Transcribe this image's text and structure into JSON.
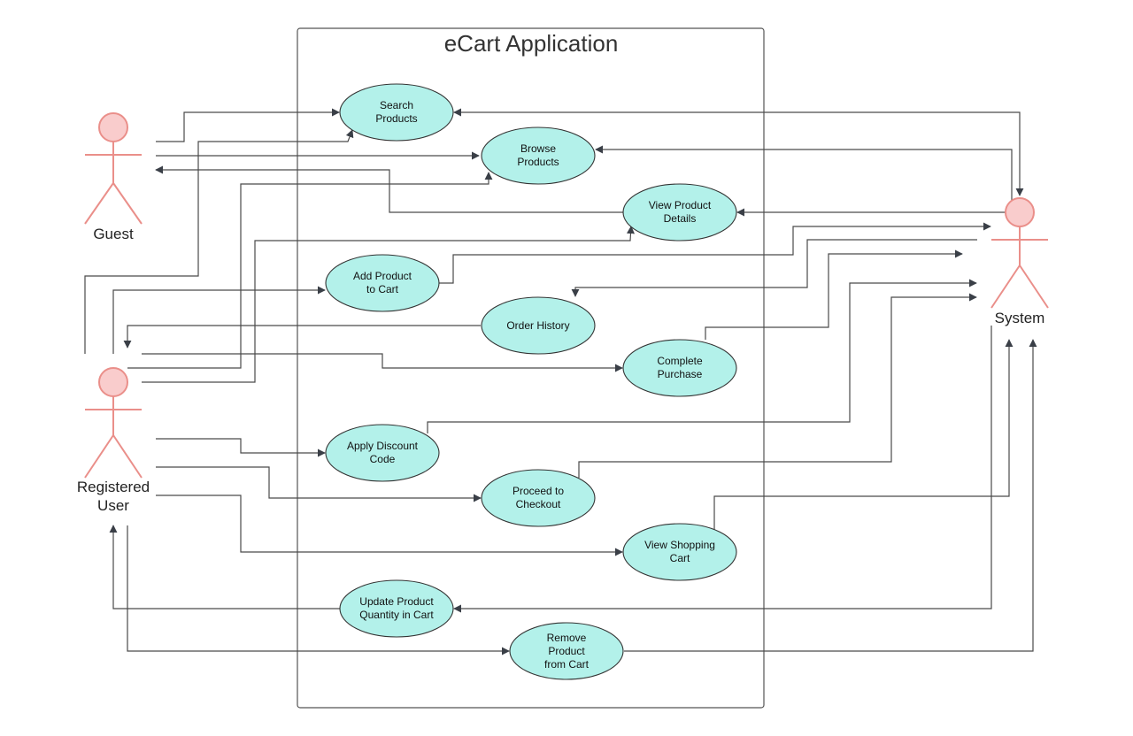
{
  "system_boundary": {
    "title": "eCart Application"
  },
  "actors": [
    {
      "id": "guest",
      "label": "Guest"
    },
    {
      "id": "registered",
      "label": "Registered\nUser"
    },
    {
      "id": "system",
      "label": "System"
    }
  ],
  "use_cases": [
    {
      "id": "search",
      "label": "Search\nProducts"
    },
    {
      "id": "browse",
      "label": "Browse\nProducts"
    },
    {
      "id": "view_details",
      "label": "View Product\nDetails"
    },
    {
      "id": "add_cart",
      "label": "Add Product\nto Cart"
    },
    {
      "id": "order_history",
      "label": "Order History"
    },
    {
      "id": "complete_purchase",
      "label": "Complete\nPurchase"
    },
    {
      "id": "apply_discount",
      "label": "Apply Discount\nCode"
    },
    {
      "id": "checkout",
      "label": "Proceed to\nCheckout"
    },
    {
      "id": "view_cart",
      "label": "View Shopping\nCart"
    },
    {
      "id": "update_qty",
      "label": "Update Product\nQuantity in Cart"
    },
    {
      "id": "remove",
      "label": "Remove\nProduct\nfrom Cart"
    }
  ],
  "colors": {
    "use_case_fill": "#b3f1ea",
    "use_case_stroke": "#333333",
    "actor_fill": "#f9cccc",
    "actor_stroke": "#ea8f8a",
    "connector": "#4a4a4a",
    "boundary": "#555555"
  }
}
